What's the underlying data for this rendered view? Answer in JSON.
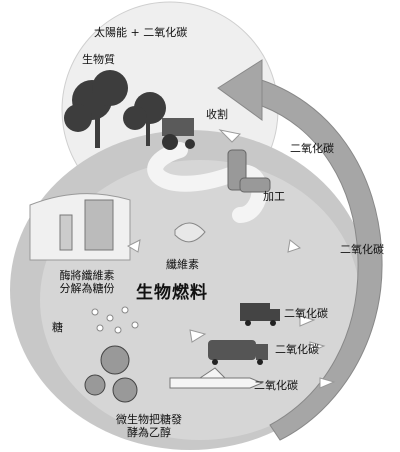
{
  "labels": {
    "solar_co2": "太陽能 + 二氧化碳",
    "biomass": "生物質",
    "harvest": "收割",
    "co2_1": "二氧化碳",
    "process": "加工",
    "co2_2": "二氧化碳",
    "cellulose": "纖維素",
    "enzyme_line1": "酶將纖維素",
    "enzyme_line2": "分解為糖份",
    "biofuel": "生物燃料",
    "sugar": "糖",
    "co2_truck": "二氧化碳",
    "co2_tanker": "二氧化碳",
    "co2_plane": "二氧化碳",
    "microbe_line1": "微生物把糖發",
    "microbe_line2": "酵為乙醇"
  },
  "colors": {
    "globe": "#e6e6e6",
    "inner_disk": "#cfcfcf",
    "road": "#f2f2f2",
    "arrow": "#9a9a9a",
    "trees": "#3a3a3a"
  }
}
